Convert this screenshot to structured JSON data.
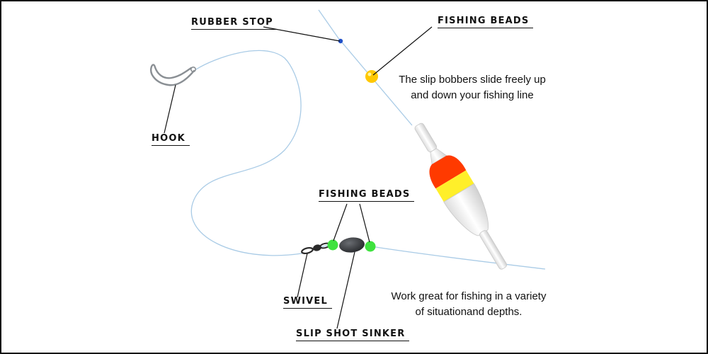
{
  "labels": {
    "rubber_stop": "RUBBER STOP",
    "fishing_beads_top": "FISHING BEADS",
    "hook": "HOOK",
    "fishing_beads_bottom": "FISHING BEADS",
    "swivel": "SWIVEL",
    "slip_shot_sinker": "SLIP SHOT SINKER"
  },
  "descriptions": {
    "bobber_line1": "The slip bobbers slide freely up",
    "bobber_line2": "and down your fishing line",
    "general_line1": "Work great for fishing in a variety",
    "general_line2": "of situationand depths."
  },
  "colors": {
    "line": "#a9cbe6",
    "bobber_red": "#ff3a00",
    "bobber_yellow": "#ffef2a",
    "bobber_white": "#f4f4f4",
    "bead_green": "#3fe23f",
    "bead_yellow": "#ffc800",
    "stop_blue": "#1f4fc8",
    "sinker": "#3a3d42"
  }
}
